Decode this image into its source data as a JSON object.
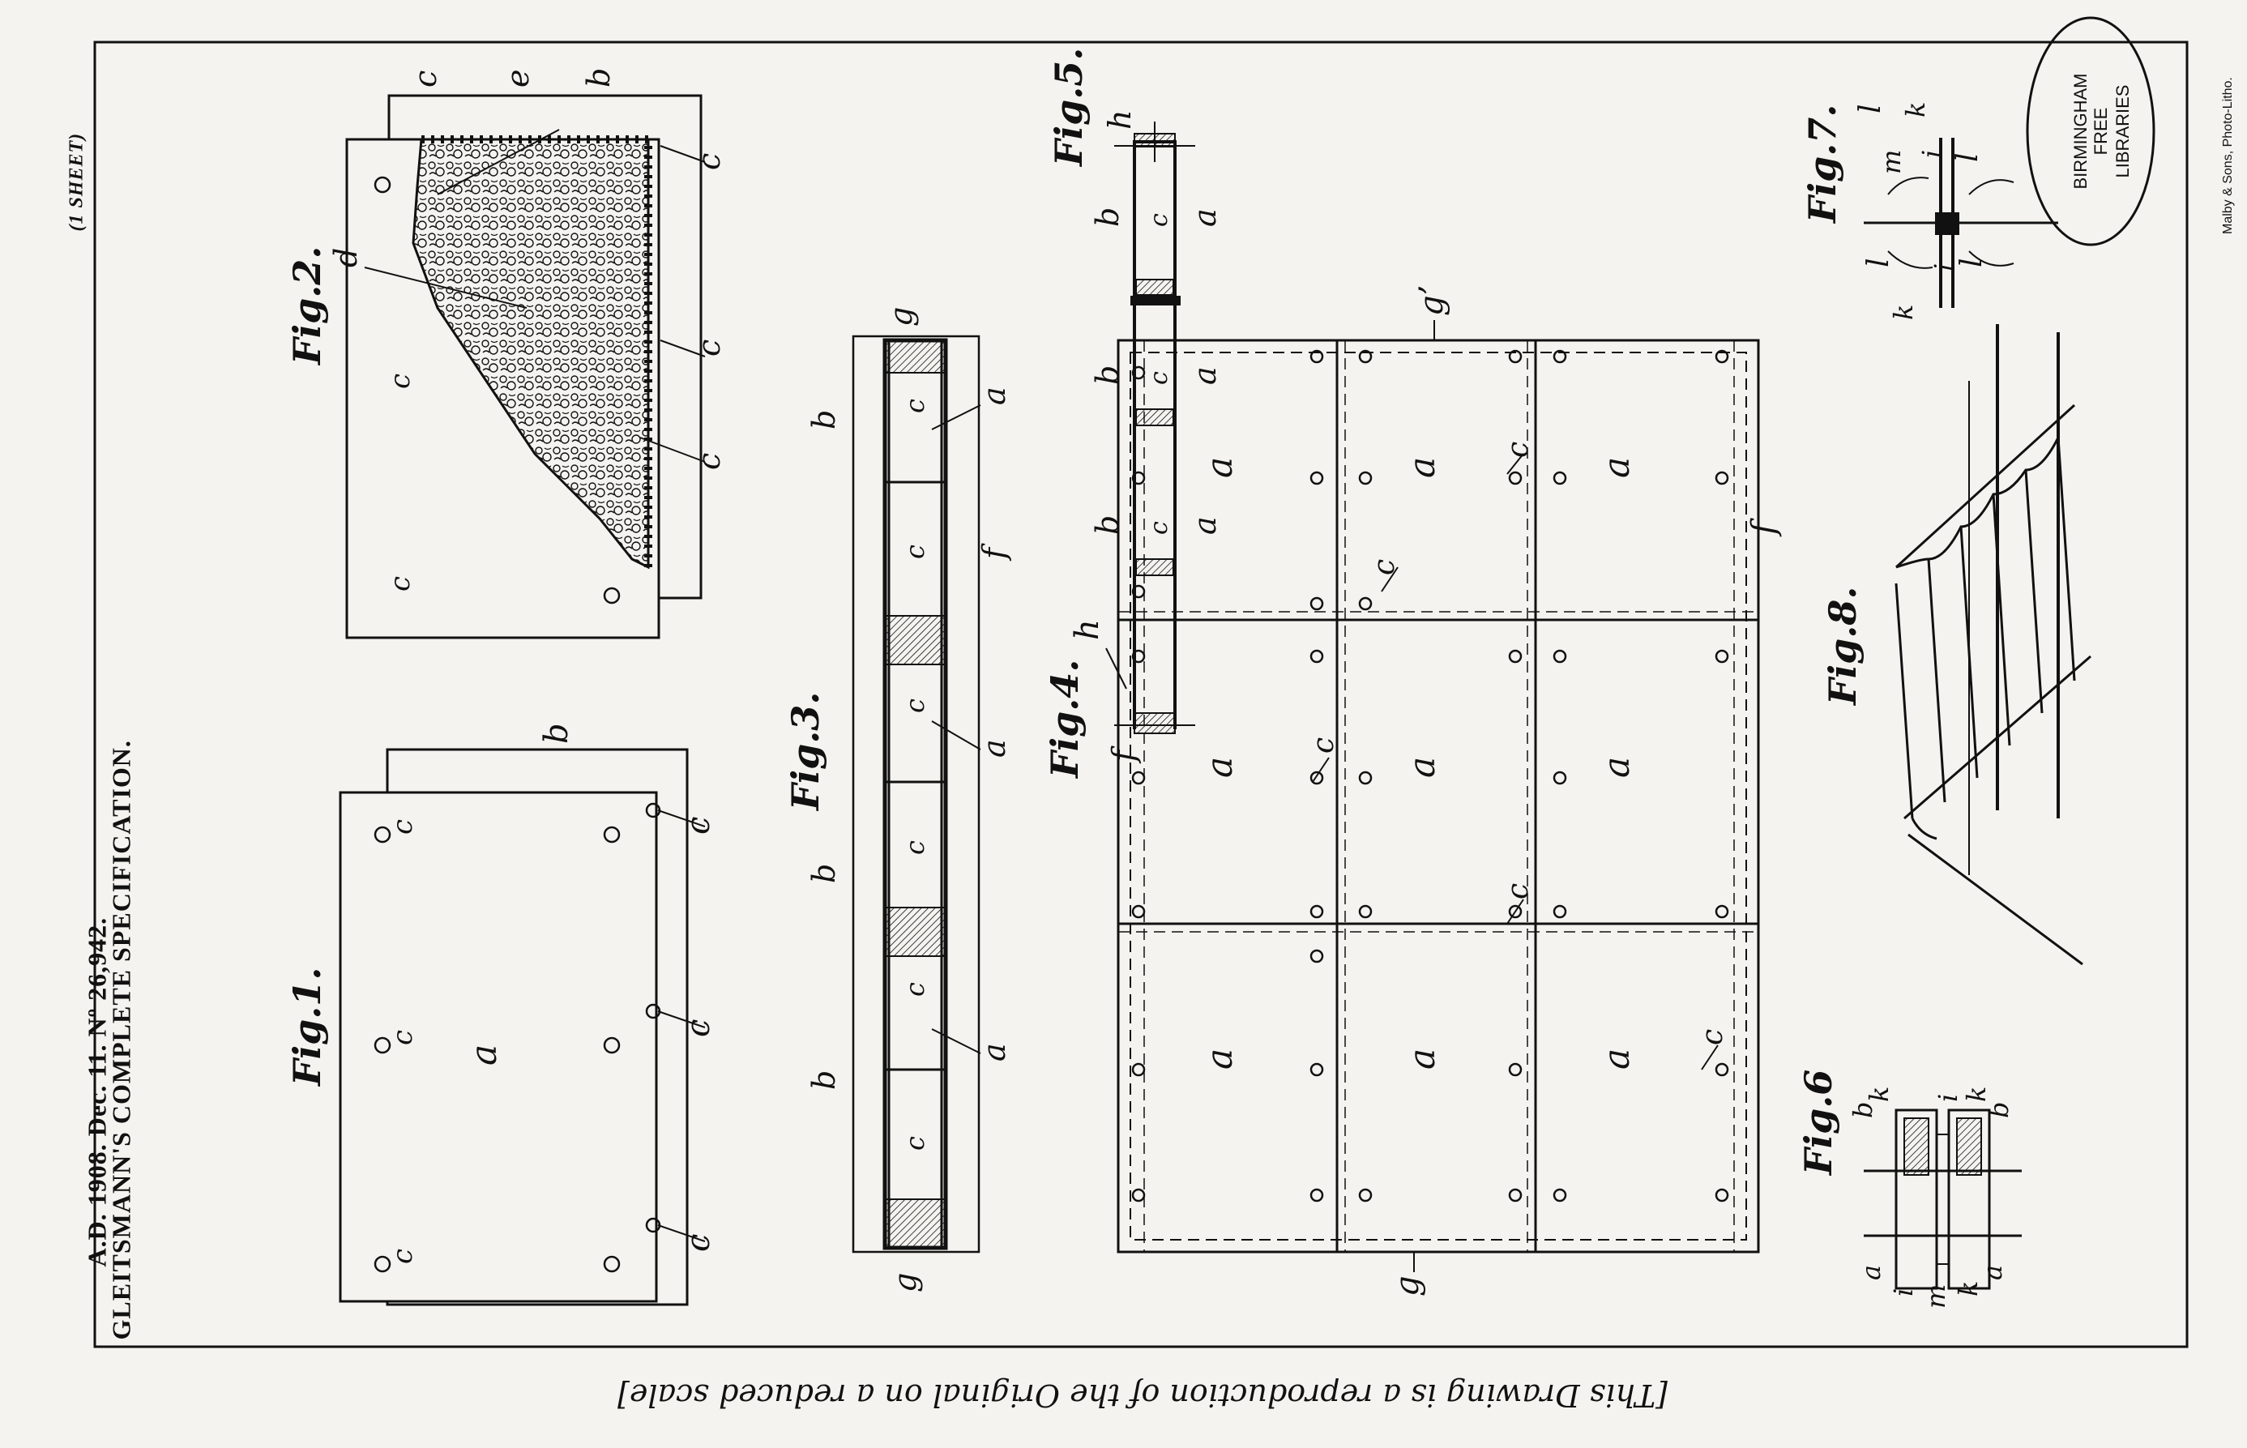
{
  "header": {
    "sheets": "(1 SHEET)",
    "title": "A.D. 1908. Dec. 11. Nº 26,942.",
    "spec": "GLEITSMANN'S COMPLETE SPECIFICATION."
  },
  "caption": "[This Drawing is a reproduction of the Original on a reduced scale]",
  "printer": "Malby & Sons, Photo-Litho.",
  "stamp": {
    "line1": "BIRMINGHAM",
    "line2": "FREE",
    "line3": "LIBRARIES"
  },
  "figures": {
    "fig1": "Fig.1.",
    "fig2": "Fig.2.",
    "fig3": "Fig.3.",
    "fig4": "Fig.4.",
    "fig5": "Fig.5.",
    "fig6": "Fig.6",
    "fig7": "Fig.7.",
    "fig8": "Fig.8."
  },
  "labels": {
    "a": "a",
    "b": "b",
    "c": "c",
    "d": "d",
    "e": "e",
    "f": "f",
    "g": "g",
    "h": "h",
    "i": "i",
    "k": "k",
    "l": "l",
    "m": "m",
    "g2": "g’"
  },
  "colors": {
    "paper": "#f4f3ef",
    "ink": "#111111"
  }
}
